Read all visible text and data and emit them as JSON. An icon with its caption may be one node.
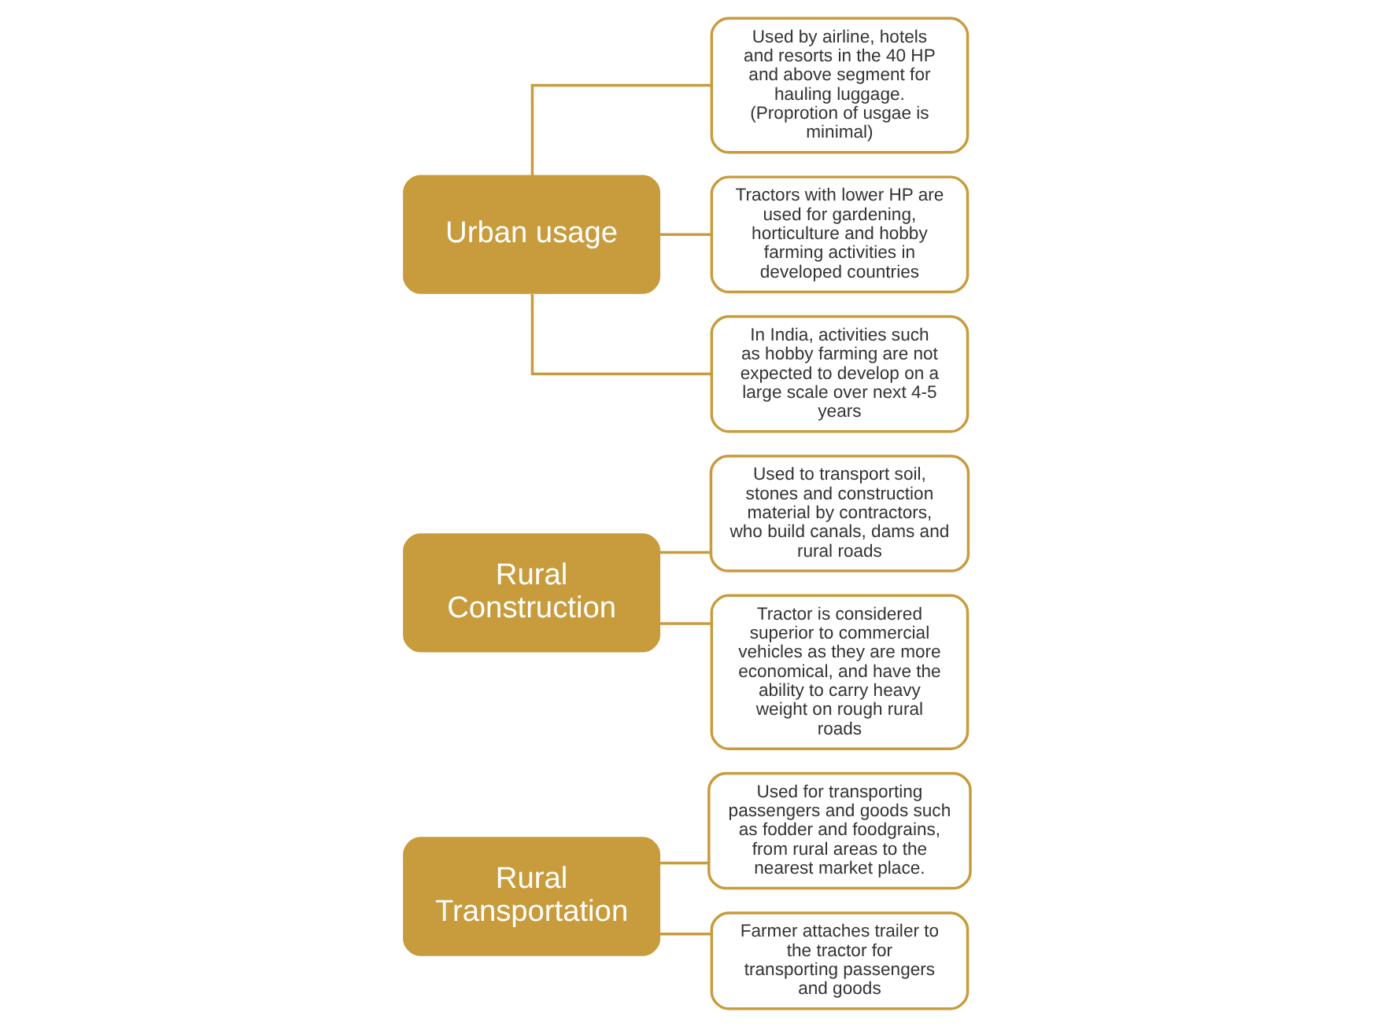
{
  "diagram": {
    "nodes": [
      {
        "text": [
          "Rural Transportation"
        ]
      },
      {
        "text": [
          "Used for transporting passengers and goods such as fodder and foodgrains, from rural areas to the nearest market place."
        ]
      },
      {
        "text": [
          "Farmer attaches trailer to the tractor for transporting passengers and goods"
        ]
      },
      {
        "text": [
          "Rural Construction"
        ]
      },
      {
        "text": [
          "Used to transport soil, stones and construction material by contractors, who build canals, dams and rural roads"
        ]
      },
      {
        "text": [
          "Tractor is considered superior to commercial vehicles as they are more economical, and have the ability to carry heavy weight on rough rural roads"
        ]
      },
      {
        "text": [
          "Urban usage"
        ]
      },
      {
        "text": [
          "Used by airline, hotels and resorts in the 40 HP and above segment for hauling luggage. (Proprotion of usgae is minimal)"
        ]
      },
      {
        "text": [
          "Tractors with lower HP are used for gardening, horticulture and hobby farming activities in developed countries"
        ]
      },
      {
        "text": [
          "In India, activities such as hobby farming are not expected to develop on a large scale over next 4-5 years"
        ]
      }
    ],
    "edges": [
      {
        "from": 0,
        "to": 1,
        "arrow": "none"
      },
      {
        "from": 0,
        "to": 2,
        "arrow": "none"
      },
      {
        "from": 3,
        "to": 4,
        "arrow": "none"
      },
      {
        "from": 3,
        "to": 5,
        "arrow": "none"
      },
      {
        "from": 6,
        "to": 7,
        "arrow": "none"
      },
      {
        "from": 6,
        "to": 8,
        "arrow": "none"
      },
      {
        "from": 6,
        "to": 9,
        "arrow": "none"
      }
    ]
  }
}
